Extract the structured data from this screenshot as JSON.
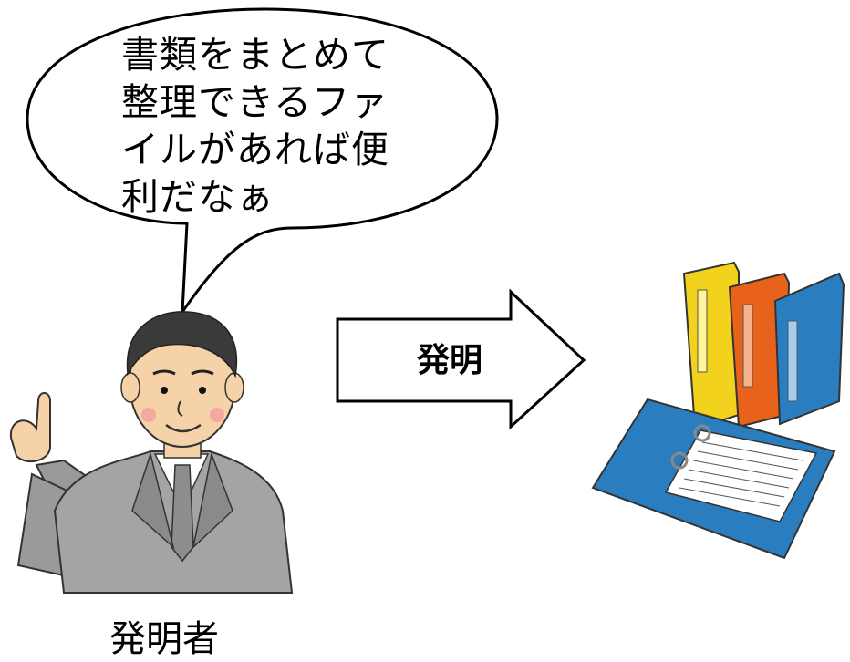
{
  "bubble": {
    "lines": [
      "書類をまとめて",
      "整理できるファ",
      "イルがあれば便",
      "利だなぁ"
    ]
  },
  "arrow": {
    "label": "発明"
  },
  "person": {
    "caption": "発明者"
  },
  "colors": {
    "binder_yellow": "#f2d21c",
    "binder_orange": "#e8621c",
    "binder_blue": "#2a7ec0",
    "suit_gray": "#9a9a9a",
    "skin": "#f6d2a8",
    "hair": "#3a3a3a"
  }
}
